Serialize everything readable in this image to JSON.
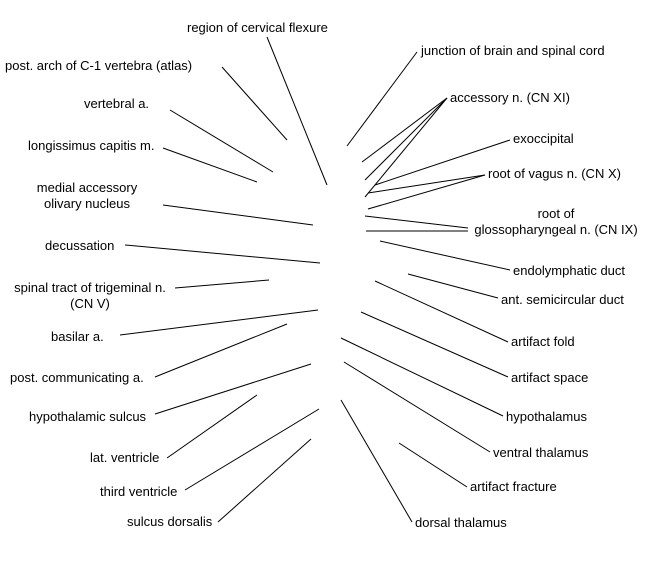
{
  "labels": [
    {
      "id": "region-of-cervical-flexure",
      "text": "region of cervical flexure"
    },
    {
      "id": "post-arch-c1",
      "text": "post. arch of C-1 vertebra (atlas)"
    },
    {
      "id": "vertebral-a",
      "text": "vertebral a."
    },
    {
      "id": "longissimus-capitis",
      "text": "longissimus capitis m."
    },
    {
      "id": "medial-accessory-olivary-1",
      "text": "medial accessory"
    },
    {
      "id": "medial-accessory-olivary-2",
      "text": "olivary nucleus"
    },
    {
      "id": "decussation",
      "text": "decussation"
    },
    {
      "id": "spinal-tract-trigeminal-1",
      "text": "spinal tract of trigeminal n."
    },
    {
      "id": "spinal-tract-trigeminal-2",
      "text": "(CN V)"
    },
    {
      "id": "basilar-a",
      "text": "basilar a."
    },
    {
      "id": "post-communicating-a",
      "text": "post. communicating a."
    },
    {
      "id": "hypothalamic-sulcus",
      "text": "hypothalamic sulcus"
    },
    {
      "id": "lat-ventricle",
      "text": "lat. ventricle"
    },
    {
      "id": "third-ventricle",
      "text": "third ventricle"
    },
    {
      "id": "sulcus-dorsalis",
      "text": "sulcus dorsalis"
    },
    {
      "id": "junction-brain-spinal-cord",
      "text": "junction of brain and spinal cord"
    },
    {
      "id": "accessory-n",
      "text": "accessory n. (CN XI)"
    },
    {
      "id": "exoccipital",
      "text": "exoccipital"
    },
    {
      "id": "root-vagus",
      "text": "root of vagus n. (CN X)"
    },
    {
      "id": "root-glossopharyngeal-1",
      "text": "root of"
    },
    {
      "id": "root-glossopharyngeal-2",
      "text": "glossopharyngeal n. (CN IX)"
    },
    {
      "id": "endolymphatic-duct",
      "text": "endolymphatic duct"
    },
    {
      "id": "ant-semicircular-duct",
      "text": "ant. semicircular duct"
    },
    {
      "id": "artifact-fold",
      "text": "artifact fold"
    },
    {
      "id": "artifact-space",
      "text": "artifact space"
    },
    {
      "id": "hypothalamus",
      "text": "hypothalamus"
    },
    {
      "id": "ventral-thalamus",
      "text": "ventral thalamus"
    },
    {
      "id": "artifact-fracture",
      "text": "artifact fracture"
    },
    {
      "id": "dorsal-thalamus",
      "text": "dorsal thalamus"
    }
  ]
}
